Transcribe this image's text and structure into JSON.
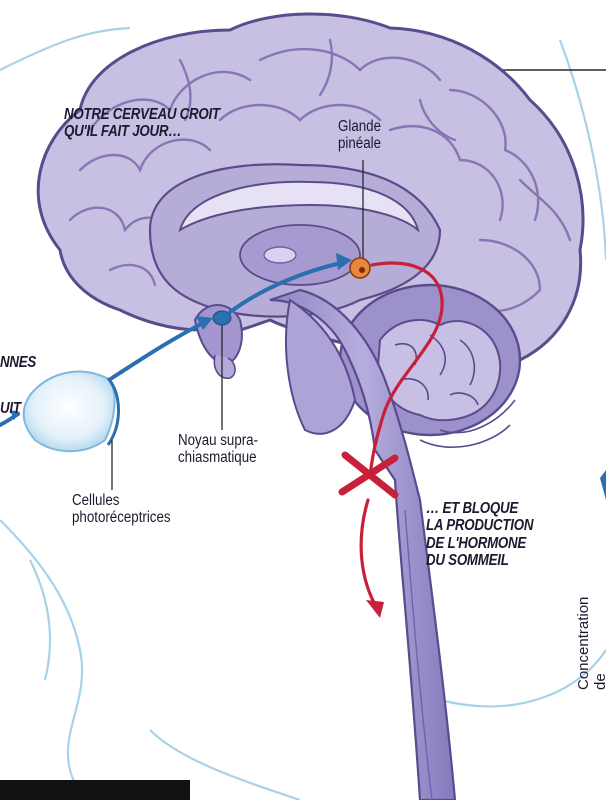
{
  "labels": {
    "brain_caption": "NOTRE CERVEAU CROIT\nQU'IL FAIT JOUR…",
    "pineal": "Glande\npinéale",
    "scn": "Noyau supra-\nchiasmatique",
    "photoreceptors": "Cellules\nphotoréceptrices",
    "block_caption": "… ET BLOQUE\nLA PRODUCTION\nDE L'HORMONE\nDU SOMMEIL",
    "left_cut_top": "NNES",
    "left_cut_bottom": "UIT",
    "melatonin_axis": "Concentration\nde mélatonine"
  },
  "colors": {
    "brain_fill": "#c8c0e2",
    "brain_outline": "#5a4c8c",
    "blue_arrow": "#2a6fb0",
    "red_path": "#c8203a",
    "face_line": "#a8d2ea",
    "pineal_gland": "#e8873a"
  }
}
